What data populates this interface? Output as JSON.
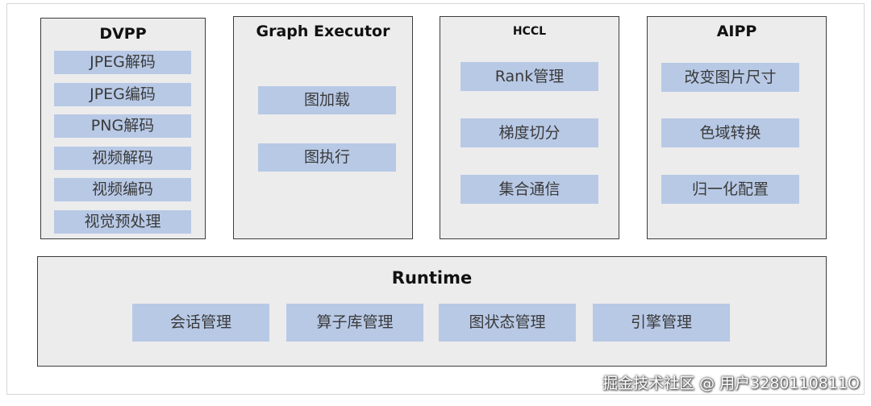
{
  "dvpp": {
    "title": "DVPP",
    "items": [
      "JPEG解码",
      "JPEG编码",
      "PNG解码",
      "视频解码",
      "视频编码",
      "视觉预处理"
    ]
  },
  "graph_executor": {
    "title": "Graph Executor",
    "items": [
      "图加载",
      "图执行"
    ]
  },
  "hccl": {
    "title": "HCCL",
    "items": [
      "Rank管理",
      "梯度切分",
      "集合通信"
    ]
  },
  "aipp": {
    "title": "AIPP",
    "items": [
      "改变图片尺寸",
      "色域转换",
      "归一化配置"
    ]
  },
  "runtime": {
    "title": "Runtime",
    "items": [
      "会话管理",
      "算子库管理",
      "图状态管理",
      "引擎管理"
    ]
  },
  "watermark": "掘金技术社区 @ 用户3280110811O",
  "colors": {
    "box_fill": "#ececec",
    "box_border": "#3c3c3c",
    "item_fill": "#b8c9e6",
    "item_text": "#3a3a3a"
  }
}
